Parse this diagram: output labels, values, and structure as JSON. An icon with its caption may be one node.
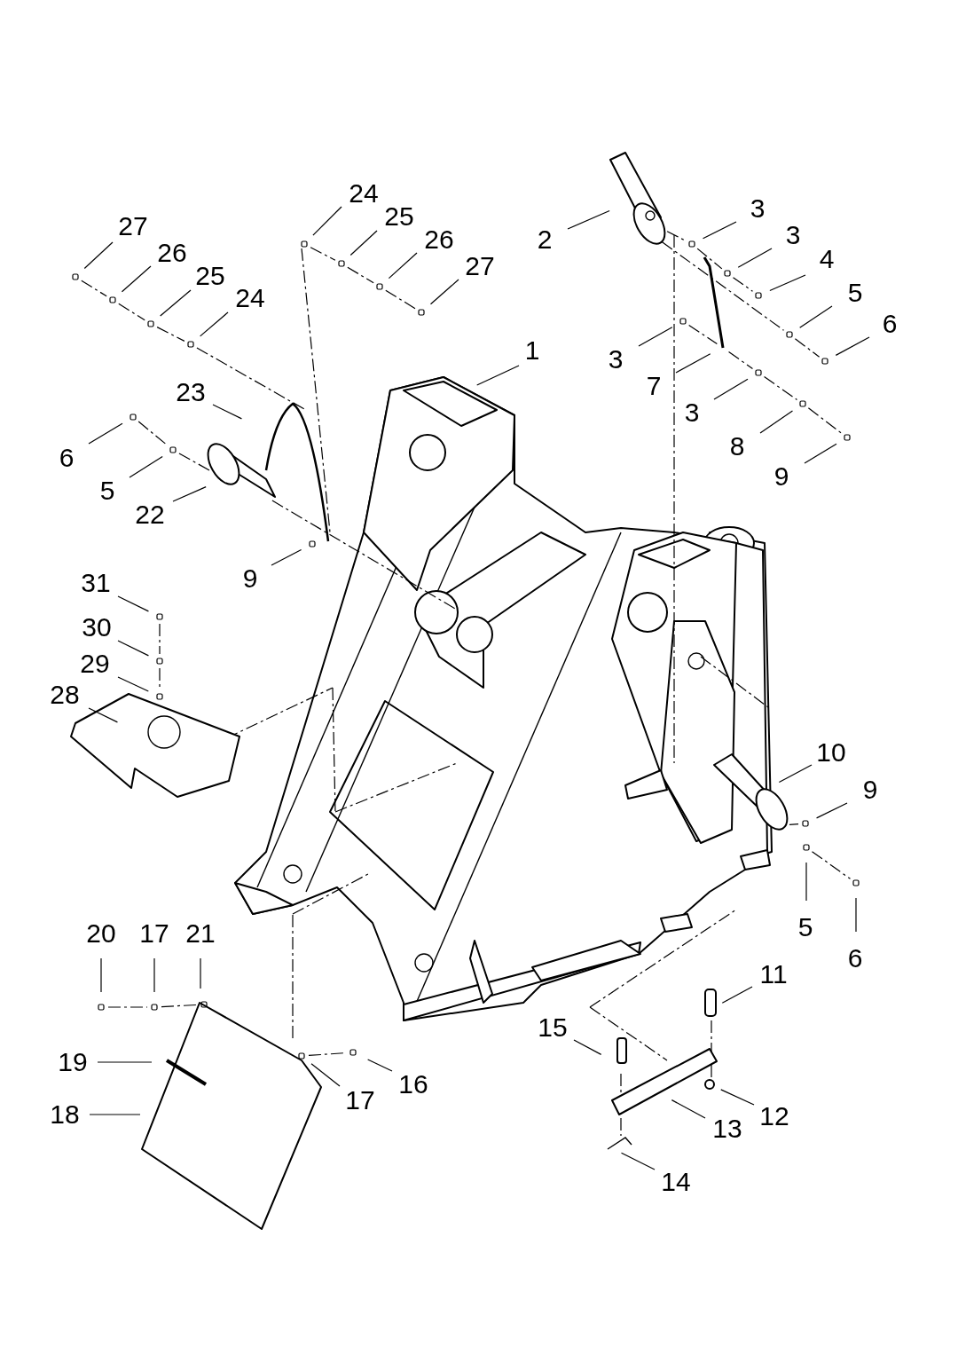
{
  "diagram": {
    "nodes": [
      {
        "text": [
          "24"
        ]
      },
      {
        "text": [
          "25"
        ]
      },
      {
        "text": [
          "26"
        ]
      },
      {
        "text": [
          "27"
        ]
      },
      {
        "text": [
          "27"
        ]
      },
      {
        "text": [
          "26"
        ]
      },
      {
        "text": [
          "25"
        ]
      },
      {
        "text": [
          "24"
        ]
      },
      {
        "text": [
          "2"
        ]
      },
      {
        "text": [
          "3"
        ]
      },
      {
        "text": [
          "3"
        ]
      },
      {
        "text": [
          "4"
        ]
      },
      {
        "text": [
          "5"
        ]
      },
      {
        "text": [
          "6"
        ]
      },
      {
        "text": [
          "1"
        ]
      },
      {
        "text": [
          "3"
        ]
      },
      {
        "text": [
          "7"
        ]
      },
      {
        "text": [
          "3"
        ]
      },
      {
        "text": [
          "8"
        ]
      },
      {
        "text": [
          "9"
        ]
      },
      {
        "text": [
          "23"
        ]
      },
      {
        "text": [
          "6"
        ]
      },
      {
        "text": [
          "5"
        ]
      },
      {
        "text": [
          "22"
        ]
      },
      {
        "text": [
          "9"
        ]
      },
      {
        "text": [
          "31"
        ]
      },
      {
        "text": [
          "30"
        ]
      },
      {
        "text": [
          "29"
        ]
      },
      {
        "text": [
          "28"
        ]
      },
      {
        "text": [
          "10"
        ]
      },
      {
        "text": [
          "9"
        ]
      },
      {
        "text": [
          "5"
        ]
      },
      {
        "text": [
          "6"
        ]
      },
      {
        "text": [
          "20"
        ]
      },
      {
        "text": [
          "17"
        ]
      },
      {
        "text": [
          "21"
        ]
      },
      {
        "text": [
          "11"
        ]
      },
      {
        "text": [
          "15"
        ]
      },
      {
        "text": [
          "19"
        ]
      },
      {
        "text": [
          "16"
        ]
      },
      {
        "text": [
          "17"
        ]
      },
      {
        "text": [
          "18"
        ]
      },
      {
        "text": [
          "12"
        ]
      },
      {
        "text": [
          "13"
        ]
      },
      {
        "text": [
          "14"
        ]
      }
    ],
    "edges": [
      {
        "from": 0,
        "to": null,
        "arrow": "none"
      },
      {
        "from": 1,
        "to": null,
        "arrow": "none"
      },
      {
        "from": 2,
        "to": null,
        "arrow": "none"
      },
      {
        "from": 3,
        "to": null,
        "arrow": "none"
      },
      {
        "from": 4,
        "to": null,
        "arrow": "none"
      },
      {
        "from": 5,
        "to": null,
        "arrow": "none"
      },
      {
        "from": 6,
        "to": null,
        "arrow": "none"
      },
      {
        "from": 7,
        "to": null,
        "arrow": "none"
      },
      {
        "from": 8,
        "to": null,
        "arrow": "none"
      },
      {
        "from": 9,
        "to": null,
        "arrow": "none"
      },
      {
        "from": 10,
        "to": null,
        "arrow": "none"
      },
      {
        "from": 11,
        "to": null,
        "arrow": "none"
      },
      {
        "from": 12,
        "to": null,
        "arrow": "none"
      },
      {
        "from": 13,
        "to": null,
        "arrow": "none"
      },
      {
        "from": 14,
        "to": null,
        "arrow": "none"
      },
      {
        "from": 15,
        "to": null,
        "arrow": "none"
      },
      {
        "from": 16,
        "to": null,
        "arrow": "none"
      },
      {
        "from": 17,
        "to": null,
        "arrow": "none"
      },
      {
        "from": 18,
        "to": null,
        "arrow": "none"
      },
      {
        "from": 19,
        "to": null,
        "arrow": "none"
      },
      {
        "from": 20,
        "to": null,
        "arrow": "none"
      },
      {
        "from": 21,
        "to": null,
        "arrow": "none"
      },
      {
        "from": 22,
        "to": null,
        "arrow": "none"
      },
      {
        "from": 23,
        "to": null,
        "arrow": "none"
      },
      {
        "from": 24,
        "to": null,
        "arrow": "none"
      },
      {
        "from": 25,
        "to": null,
        "arrow": "none"
      },
      {
        "from": 26,
        "to": null,
        "arrow": "none"
      },
      {
        "from": 27,
        "to": null,
        "arrow": "none"
      },
      {
        "from": 28,
        "to": null,
        "arrow": "none"
      },
      {
        "from": 29,
        "to": null,
        "arrow": "none"
      },
      {
        "from": 30,
        "to": null,
        "arrow": "none"
      },
      {
        "from": 31,
        "to": null,
        "arrow": "none"
      },
      {
        "from": 32,
        "to": null,
        "arrow": "none"
      },
      {
        "from": 33,
        "to": null,
        "arrow": "none"
      },
      {
        "from": 34,
        "to": null,
        "arrow": "none"
      },
      {
        "from": 35,
        "to": null,
        "arrow": "none"
      },
      {
        "from": 36,
        "to": null,
        "arrow": "none"
      },
      {
        "from": 37,
        "to": null,
        "arrow": "none"
      },
      {
        "from": 38,
        "to": null,
        "arrow": "none"
      },
      {
        "from": 39,
        "to": null,
        "arrow": "none"
      },
      {
        "from": 40,
        "to": null,
        "arrow": "none"
      },
      {
        "from": 41,
        "to": null,
        "arrow": "none"
      },
      {
        "from": 42,
        "to": null,
        "arrow": "none"
      },
      {
        "from": 43,
        "to": null,
        "arrow": "none"
      },
      {
        "from": 44,
        "to": null,
        "arrow": "none"
      }
    ]
  }
}
